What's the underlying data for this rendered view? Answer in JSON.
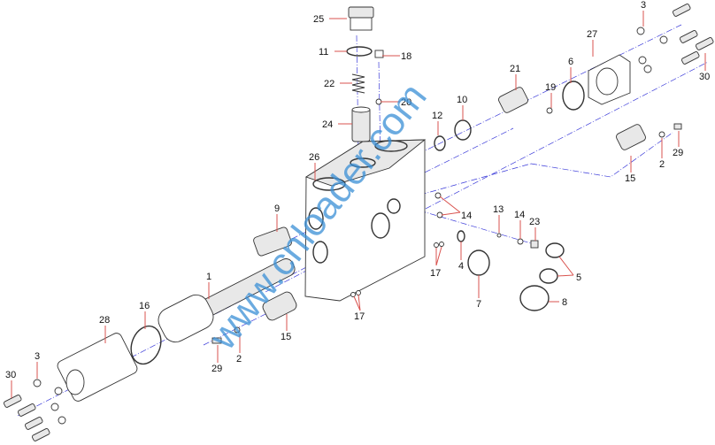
{
  "watermark": "www.cnloader.com",
  "labels": {
    "p25": "25",
    "p11": "11",
    "p18": "18",
    "p22": "22",
    "p20": "20",
    "p24": "24",
    "p26": "26",
    "p9": "9",
    "p1": "1",
    "p16": "16",
    "p28": "28",
    "p30_left": "30",
    "p3_left": "3",
    "p29_left": "29",
    "p2_left": "2",
    "p15_left": "15",
    "p12": "12",
    "p10": "10",
    "p21": "21",
    "p19": "19",
    "p6": "6",
    "p27": "27",
    "p3_right": "3",
    "p30_right": "30",
    "p2_right": "2",
    "p29_right": "29",
    "p15_right": "15",
    "p14_a": "14",
    "p13": "13",
    "p14_b": "14",
    "p23": "23",
    "p17_a": "17",
    "p4": "4",
    "p7": "7",
    "p5": "5",
    "p8": "8",
    "p17_b": "17"
  },
  "colors": {
    "leader": "#d9534f",
    "axis": "#3b3bd9",
    "watermark": "#3a8fd6"
  }
}
